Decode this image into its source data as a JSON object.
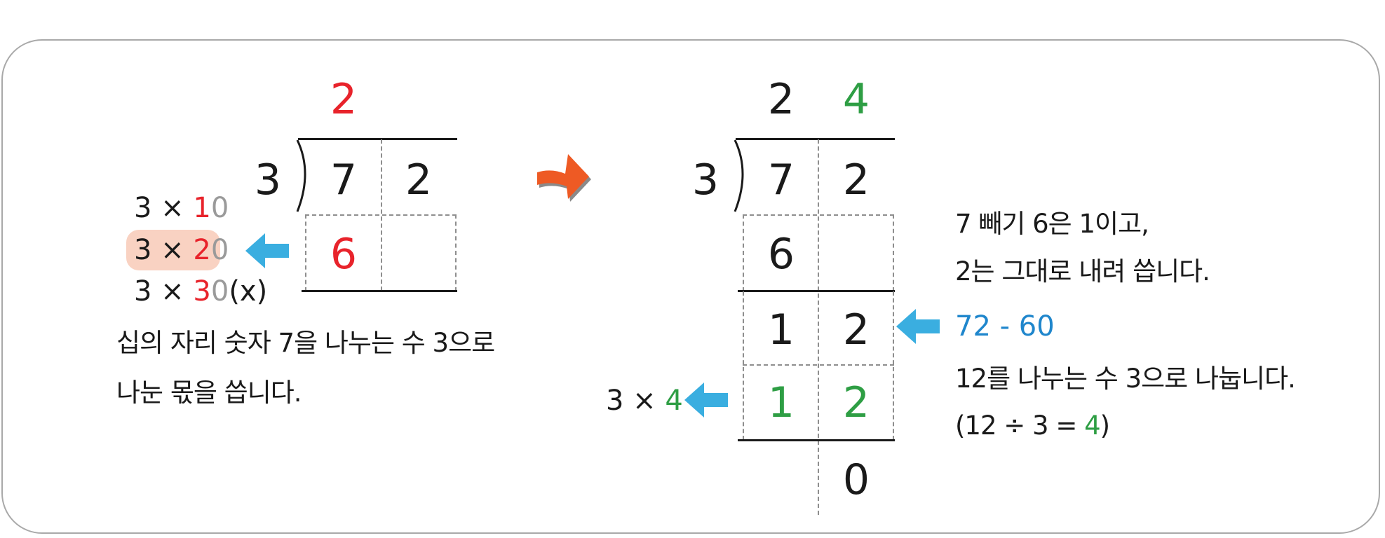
{
  "colors": {
    "red": "#e8232b",
    "green": "#2e9e44",
    "blue": "#1f86cc",
    "gray": "#9a9a9a",
    "arrow_blue": "#3aaee0",
    "arrow_orange": "#ee5a24",
    "highlight": "#f9d2c2"
  },
  "left": {
    "quotient_tens": "2",
    "divisor": "3",
    "dividend_tens": "7",
    "dividend_ones": "2",
    "product": "6",
    "trials": [
      {
        "a": "3 × ",
        "b": "1",
        "c": "0",
        "d": ""
      },
      {
        "a": "3 × ",
        "b": "2",
        "c": "0",
        "d": ""
      },
      {
        "a": "3 × ",
        "b": "3",
        "c": "0",
        "d": "(x)"
      }
    ],
    "desc_line1": "십의 자리 숫자 7을 나누는 수 3으로",
    "desc_line2": "나눈 몫을 씁니다."
  },
  "right": {
    "quotient_tens": "2",
    "quotient_ones": "4",
    "divisor": "3",
    "dividend_tens": "7",
    "dividend_ones": "2",
    "sub1": "6",
    "rem_tens": "1",
    "rem_ones": "2",
    "sub2_tens": "1",
    "sub2_ones": "2",
    "final": "0",
    "mult_label_a": "3 × ",
    "mult_label_b": "4",
    "note1_line1": "7 빼기 6은 1이고,",
    "note1_line2": "2는 그대로 내려 씁니다.",
    "note2_expr": "72 - 60",
    "note3_line1": "12를 나누는 수 3으로 나눕니다.",
    "note3_a": "(12 ÷ 3 = ",
    "note3_b": "4",
    "note3_c": ")"
  },
  "icons": [
    "arrow-right-icon",
    "arrow-left-icon"
  ]
}
